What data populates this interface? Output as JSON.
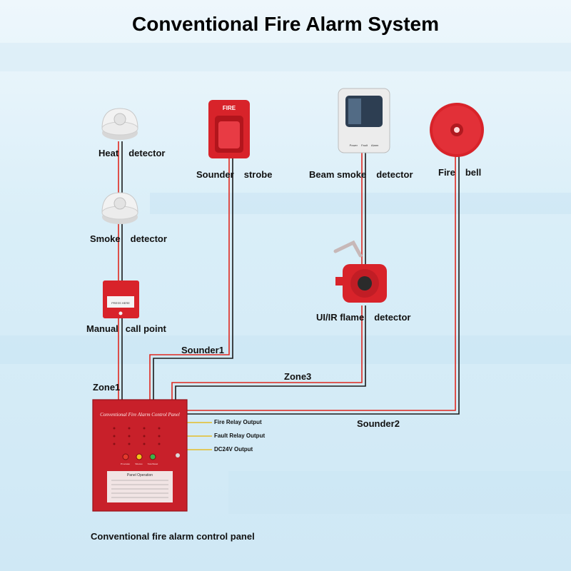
{
  "title": "Conventional Fire Alarm System",
  "devices": {
    "heat_detector": [
      "Heat",
      "detector"
    ],
    "smoke_detector": [
      "Smoke",
      "detector"
    ],
    "manual_call_point": [
      "Manual",
      "call point"
    ],
    "sounder_strobe": [
      "Sounder",
      "strobe"
    ],
    "beam_smoke_detector": [
      "Beam smoke",
      "detector"
    ],
    "flame_detector": [
      "UI/IR flame",
      "detector"
    ],
    "fire_bell": [
      "Fire",
      "bell"
    ]
  },
  "device_text": {
    "strobe_badge": "FIRE",
    "call_point_text": "PRESS HERE",
    "beam_status": [
      "Power",
      "Fault",
      "Alarm"
    ]
  },
  "wires": {
    "zone1": "Zone1",
    "sounder1": "Sounder1",
    "zone3": "Zone3",
    "sounder2": "Sounder2"
  },
  "outputs": [
    "Fire Relay Output",
    "Fault Relay Output",
    "DC24V Output"
  ],
  "panel": {
    "name": "Conventional Fire Alarm Control Panel",
    "button_labels": [
      "Evacuate",
      "Silence",
      "Test/Reset"
    ],
    "ops_title": "Panel Operation",
    "caption": "Conventional fire alarm control panel"
  },
  "colors": {
    "device_red": "#d8232a",
    "panel_red": "#c8202a",
    "wire_red": "#e0281f",
    "wire_black": "#1a1a1a",
    "background": "#d9eef8"
  }
}
